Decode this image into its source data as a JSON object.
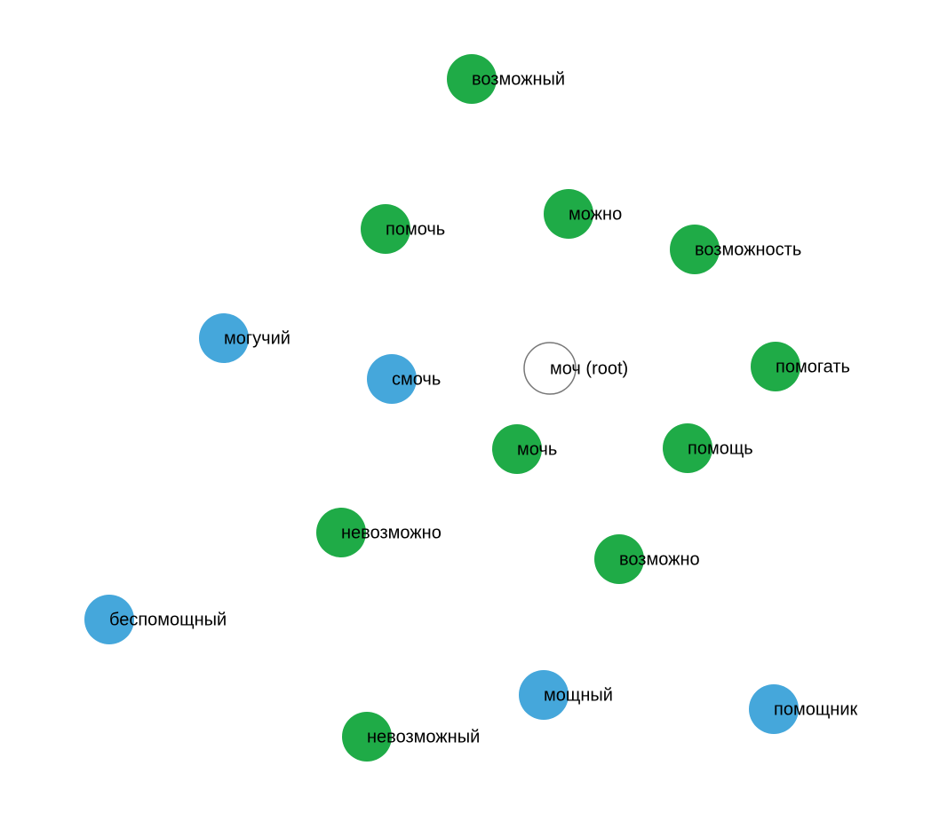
{
  "colors": {
    "green": "#1fab47",
    "blue": "#45a7db",
    "root_fill": "#ffffff",
    "root_stroke": "#777777"
  },
  "nodes": [
    {
      "id": "root",
      "label": "моч (root)",
      "group": "root"
    },
    {
      "id": "n1",
      "label": "возможный",
      "group": "green"
    },
    {
      "id": "n2",
      "label": "помочь",
      "group": "green"
    },
    {
      "id": "n3",
      "label": "можно",
      "group": "green"
    },
    {
      "id": "n4",
      "label": "возможность",
      "group": "green"
    },
    {
      "id": "n5",
      "label": "могучий",
      "group": "blue"
    },
    {
      "id": "n6",
      "label": "смочь",
      "group": "blue"
    },
    {
      "id": "n7",
      "label": "помогать",
      "group": "green"
    },
    {
      "id": "n8",
      "label": "мочь",
      "group": "green"
    },
    {
      "id": "n9",
      "label": "помощь",
      "group": "green"
    },
    {
      "id": "n10",
      "label": "невозможно",
      "group": "green"
    },
    {
      "id": "n11",
      "label": "возможно",
      "group": "green"
    },
    {
      "id": "n12",
      "label": "беспомощный",
      "group": "blue"
    },
    {
      "id": "n13",
      "label": "мощный",
      "group": "blue"
    },
    {
      "id": "n14",
      "label": "помощник",
      "group": "blue"
    },
    {
      "id": "n15",
      "label": "невозможный",
      "group": "green"
    }
  ]
}
